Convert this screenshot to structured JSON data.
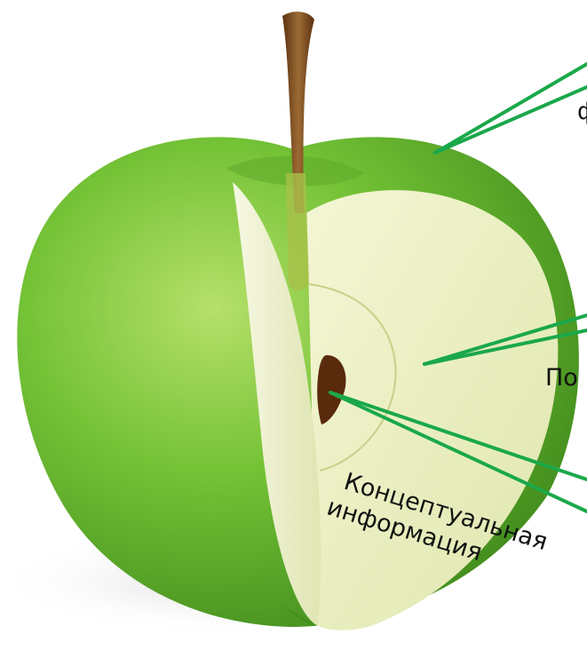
{
  "colors": {
    "leader_line": "#1aa84a",
    "peel_dark": "#3f8a1c",
    "peel_mid": "#74c236",
    "peel_light": "#b6e06a",
    "flesh": "#eef1c6",
    "flesh_shadow": "#d7dea0",
    "stem": "#7a4a1e",
    "seed": "#5a2a0c"
  },
  "icons": [
    "apple-illustration",
    "apple-stem-icon",
    "apple-seed-icon"
  ],
  "labels": {
    "factual": "ф",
    "subtextual": "По",
    "conceptual_line1": "Концептуальная",
    "conceptual_line2": "информация"
  }
}
